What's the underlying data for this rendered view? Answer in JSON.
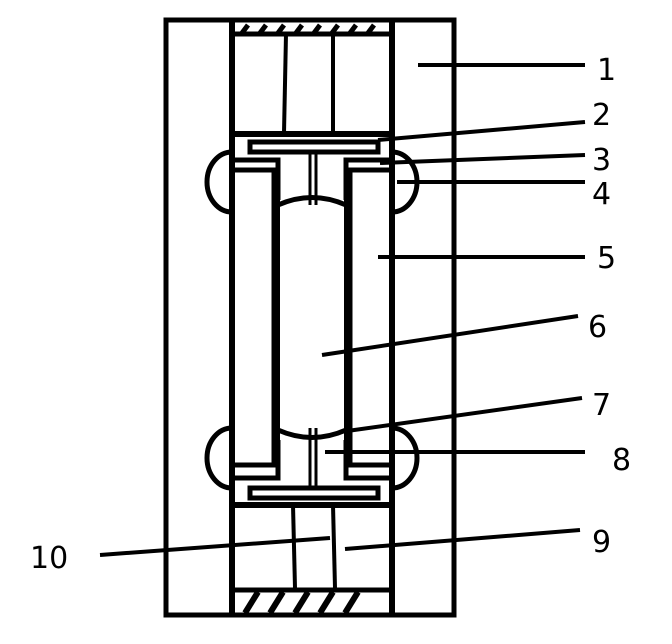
{
  "diagram": {
    "labels": [
      "1",
      "2",
      "3",
      "4",
      "5",
      "6",
      "7",
      "8",
      "9",
      "10"
    ],
    "colors": {
      "stroke": "#000000",
      "background": "#ffffff"
    }
  }
}
